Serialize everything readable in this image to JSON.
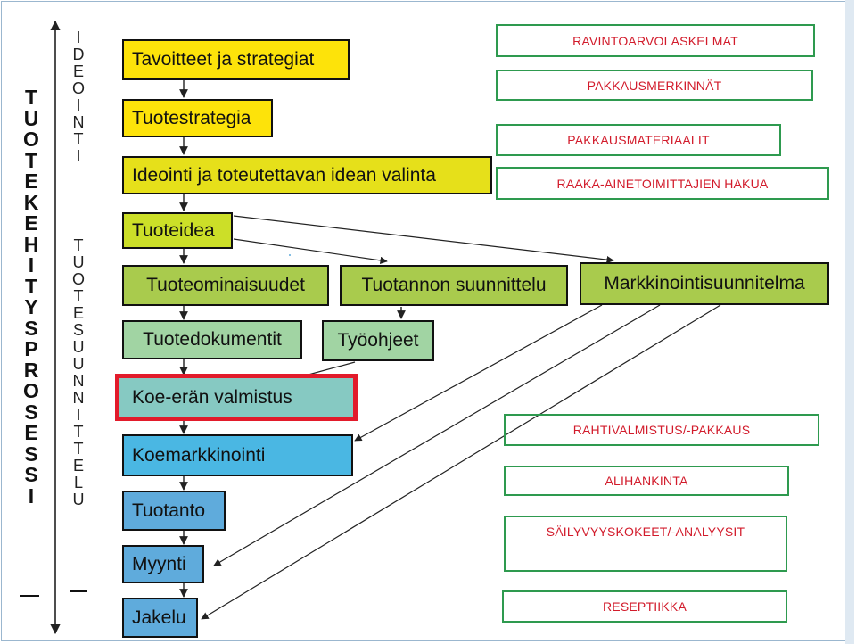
{
  "sidebar": {
    "main_title": "TUOTEKEHITYSPROSESSI",
    "phase_ideointi": "IDEOINTI",
    "phase_tuotesuunnittelu": "TUOTESUUNNITTELU"
  },
  "steps": {
    "tavoitteet": "Tavoitteet ja strategiat",
    "tuotestrategia": "Tuotestrategia",
    "ideointi": "Ideointi ja toteutettavan idean valinta",
    "tuoteidea": "Tuoteidea",
    "tuoteominaisuudet": "Tuoteominaisuudet",
    "tuotannon": "Tuotannon suunnittelu",
    "markkinointisuunnitelma": "Markkinointisuunnitelma",
    "tuotedokumentit": "Tuotedokumentit",
    "tyoohjeet": "Työohjeet",
    "koeera": "Koe-erän valmistus",
    "koemarkkinointi": "Koemarkkinointi",
    "tuotanto": "Tuotanto",
    "myynti": "Myynti",
    "jakelu": "Jakelu"
  },
  "side_topics": {
    "ravintoarvo": "RAVINTOARVOLASKELMAT",
    "pakkausmerkinnat": "PAKKAUSMERKINNÄT",
    "pakkausmateriaalit": "PAKKAUSMATERIAALIT",
    "raaka_aine": "RAAKA-AINETOIMITTAJIEN HAKUA",
    "rahtivalmistus": "RAHTIVALMISTUS/-PAKKAUS",
    "alihankinta": "ALIHANKINTA",
    "sailyvyys": "SÄILYVYYSKOKEET/-ANALYYSIT",
    "reseptiikka": "RESEPTIIKKA"
  },
  "colors": {
    "yellow": "#fde30a",
    "yellow_green": "#ccdf28",
    "light_green": "#a9cb4d",
    "pale_green": "#a1d4a3",
    "teal": "#86c9c2",
    "cyan": "#4ab7e3",
    "blue": "#5fabdc",
    "highlight_red": "#e21b2b",
    "topic_text_red": "#d21b2b",
    "topic_border_green": "#2e9a4f"
  }
}
